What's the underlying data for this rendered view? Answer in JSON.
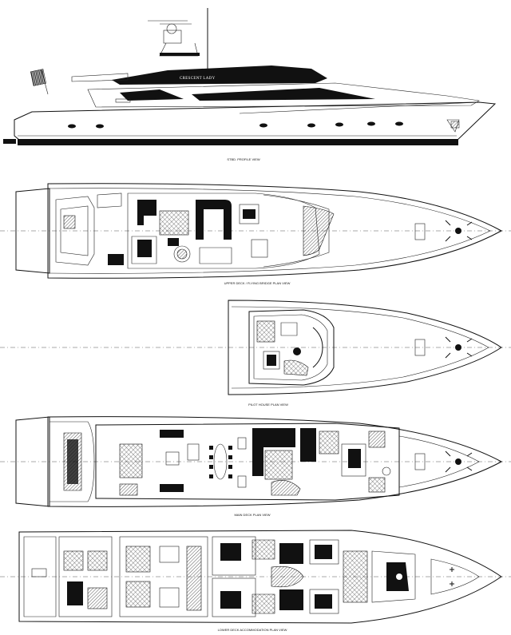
{
  "drawing": {
    "yacht_name": "CRESCENT LADY",
    "views": [
      {
        "id": "profile",
        "caption": "STBD. PROFILE VIEW"
      },
      {
        "id": "upper",
        "caption": "UPPER DECK / FLYING BRIDGE PLAN VIEW"
      },
      {
        "id": "pilot",
        "caption": "PILOT HOUSE PLAN VIEW"
      },
      {
        "id": "main",
        "caption": "MAIN DECK PLAN VIEW"
      },
      {
        "id": "lower",
        "caption": "LOWER DECK ACCOMMODATION PLAN VIEW"
      }
    ]
  },
  "colors": {
    "ink": "#111111",
    "paper": "#ffffff"
  }
}
